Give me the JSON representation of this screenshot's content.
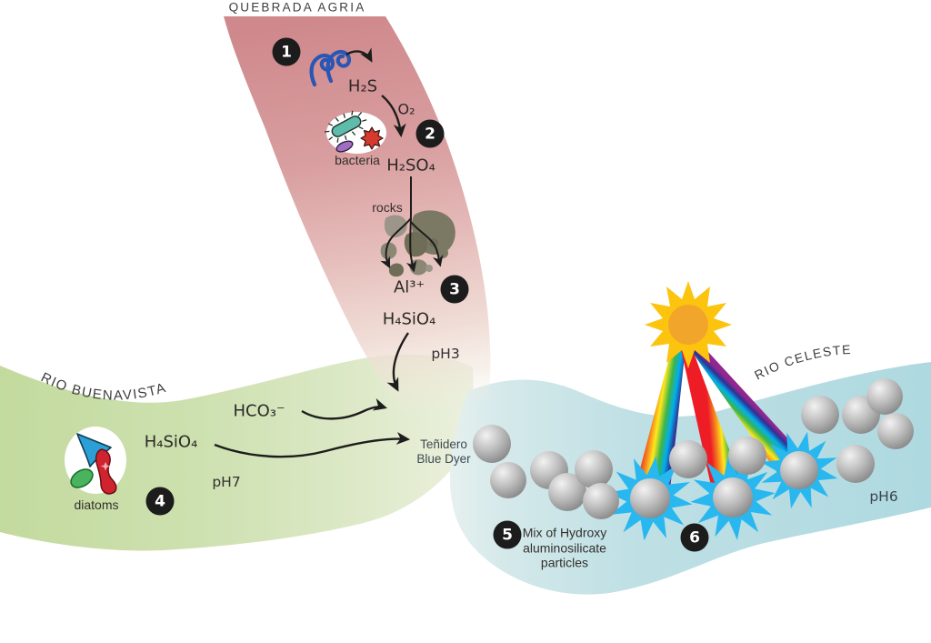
{
  "colors": {
    "quebrada_pink": "#d2979a",
    "buenavista_green": "#cbdfab",
    "celeste_blue": "#b7dce3",
    "starburst_blue": "#29b7ef",
    "sun_yellow": "#fcc40f",
    "sun_orange": "#f2a52b",
    "step_circle_black": "#1c1c1c",
    "vent_blue": "#2a56b4",
    "text_dark": "#2c2926"
  },
  "rivers": {
    "quebrada_agria": {
      "name": "QUEBRADA AGRIA",
      "ph": "pH3"
    },
    "rio_buenavista": {
      "name": "RIO BUENAVISTA",
      "ph": "pH7"
    },
    "rio_celeste": {
      "name": "RIO CELESTE",
      "ph": "pH6"
    }
  },
  "steps": {
    "s1": "1",
    "s2": "2",
    "s3": "3",
    "s4": "4",
    "s5": "5",
    "s6": "6"
  },
  "chemistry": {
    "h2s": "H₂S",
    "o2": "O₂",
    "h2so4": "H₂SO₄",
    "al3plus": "Al³⁺",
    "h4sio4_agria": "H₄SiO₄",
    "hco3": "HCO₃⁻",
    "h4sio4_buenavista": "H₄SiO₄"
  },
  "captions": {
    "bacteria": "bacteria",
    "rocks": "rocks",
    "diatoms": "diatoms",
    "tenidero_line1": "Teñidero",
    "tenidero_line2": "Blue Dyer",
    "mix_line1": "Mix of Hydroxy",
    "mix_line2": "aluminosilicate",
    "mix_line3": "particles"
  }
}
